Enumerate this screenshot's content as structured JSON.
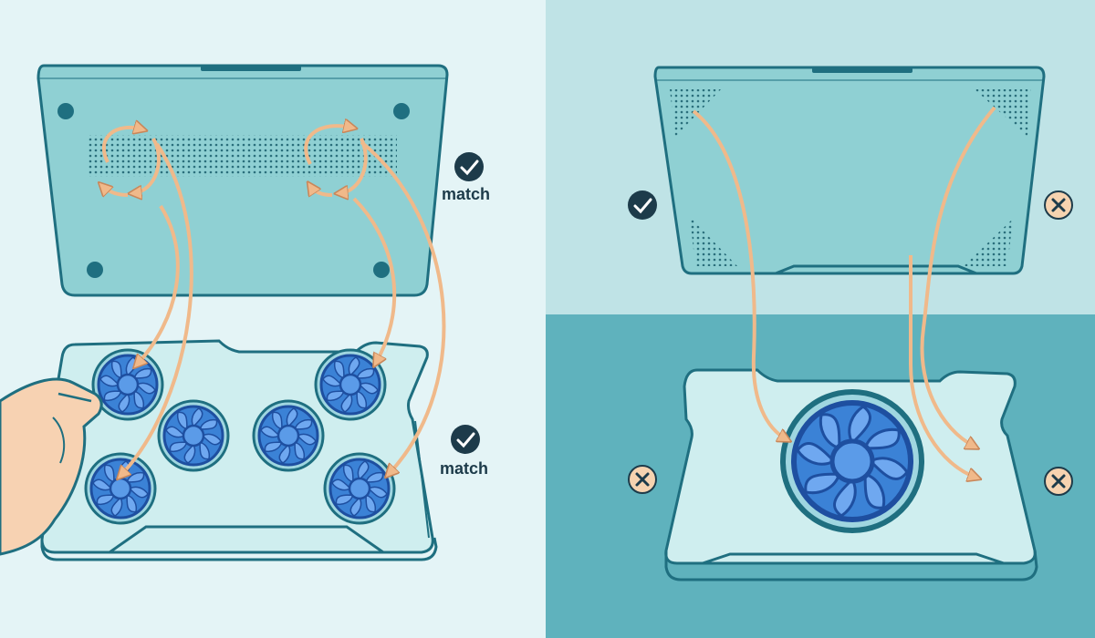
{
  "colors": {
    "left_bg": "#e4f4f6",
    "right_top_bg": "#bfe3e6",
    "right_bottom_bg": "#5fb2bd",
    "outline": "#1f6f80",
    "laptop_fill": "#8fd0d3",
    "pad_fill": "#cfeeef",
    "fan_blue": "#3b82d6",
    "fan_dark": "#1e4fa0",
    "arrow": "#f0b98a",
    "arrow_stroke": "#c9875a",
    "check_bg": "#1d3b4a",
    "x_bg": "#f6d3b0"
  },
  "labels": {
    "match_top": "match",
    "match_bottom": "match"
  },
  "icons": {
    "check": "check-circle-icon",
    "cross": "x-circle-icon"
  },
  "panels": {
    "left": {
      "laptop_vents": 2,
      "pad_fans": 6
    },
    "right": {
      "laptop_vents": 4,
      "pad_fans": 1
    }
  }
}
